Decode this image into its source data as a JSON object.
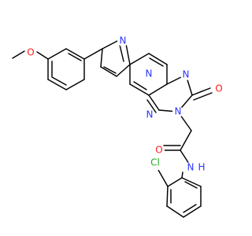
{
  "colors": {
    "background": "#ffffff",
    "bond": "#000000",
    "carbon": "#000000",
    "nitrogen": "#2b35ff",
    "oxygen": "#ff1a1a",
    "chlorine": "#22aa22"
  },
  "labels": {
    "methoxy_oxygen": "O",
    "pyrazole_n1": "N",
    "pyrazole_n2": "N",
    "triazole_n_top": "N",
    "triazole_n_left": "N",
    "triazole_n_right": "N",
    "carbonyl_o_ring": "O",
    "carbonyl_o_amide": "O",
    "amide_n": "N",
    "amide_h": "H",
    "chlorine": "Cl"
  }
}
